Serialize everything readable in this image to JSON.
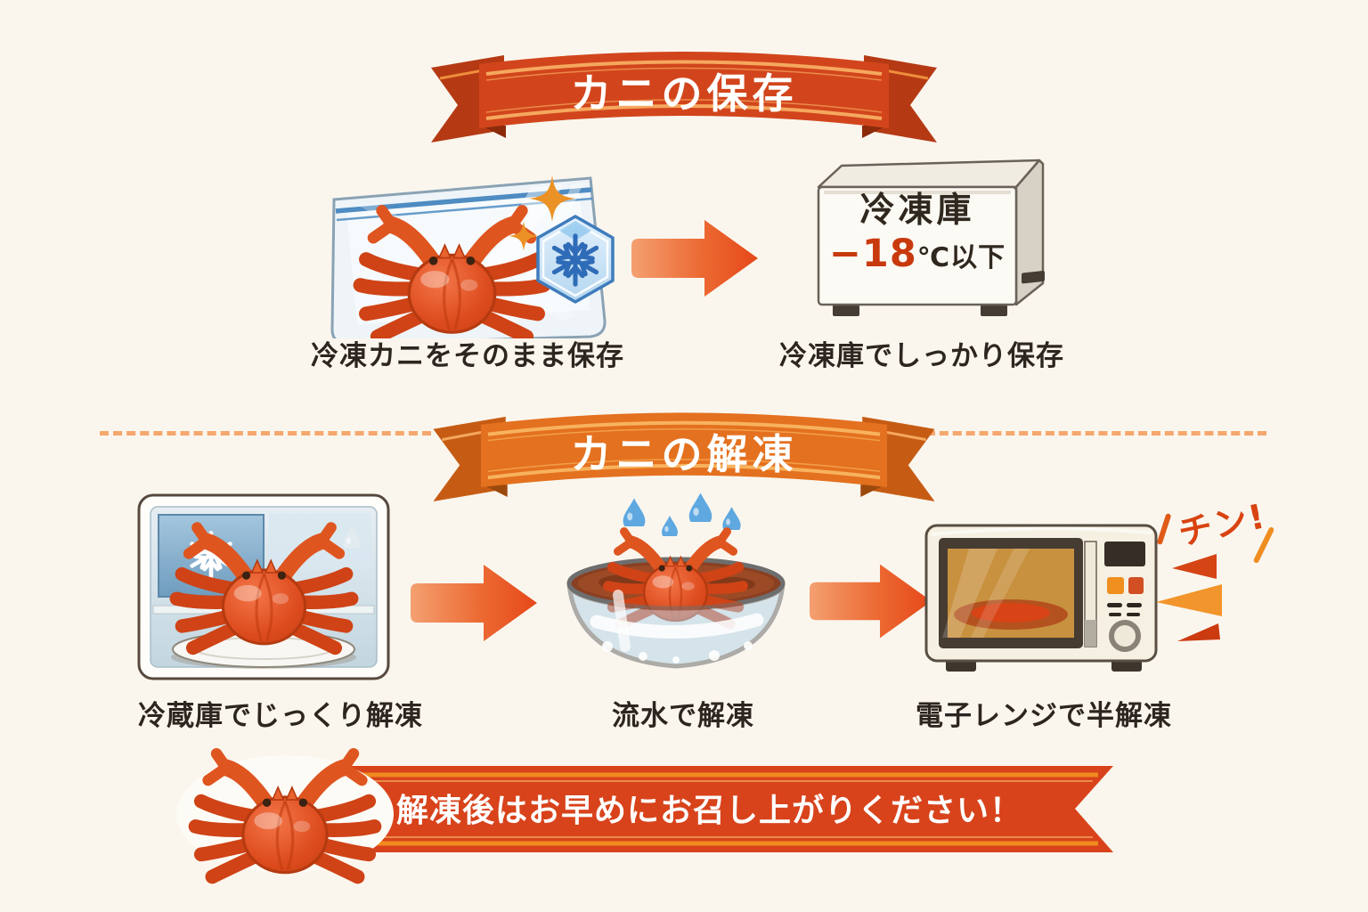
{
  "page": {
    "background": "#faf6ee"
  },
  "storage_banner": {
    "label": "カニの保存"
  },
  "storage": {
    "bag_caption": "冷凍カニをそのまま保存",
    "freezer_caption": "冷凍庫でしっかり保存",
    "freezer": {
      "name": "冷凍庫",
      "temp": "−18",
      "temp_suffix": "℃以下"
    }
  },
  "thaw_banner": {
    "label": "カニの解凍"
  },
  "thaw": {
    "fridge_caption": "冷蔵庫でじっくり解凍",
    "water_caption": "流水で解凍",
    "microwave_caption": "電子レンジで半解凍",
    "microwave_sound": "チン!"
  },
  "footer_banner": {
    "label": "解凍後はお早めにお召し上がりください！"
  },
  "icons": {
    "snowflake": "snowflake-icon",
    "sparkle": "sparkle-icon",
    "droplet": "water-drop-icon",
    "arrow": "arrow-right-icon",
    "crab": "crab-icon"
  },
  "colors": {
    "banner_red": "#d2451c",
    "banner_orange": "#e4711f",
    "footer_red": "#d8431b",
    "stripe_orange": "#f5a85e",
    "arrow_orange": "#e8501c",
    "text_dark": "#2d2620",
    "temp_red": "#c83a0e",
    "snow_blue": "#2f6cb8",
    "drop_blue": "#5fa8e0",
    "crab_red": "#d8441a"
  }
}
